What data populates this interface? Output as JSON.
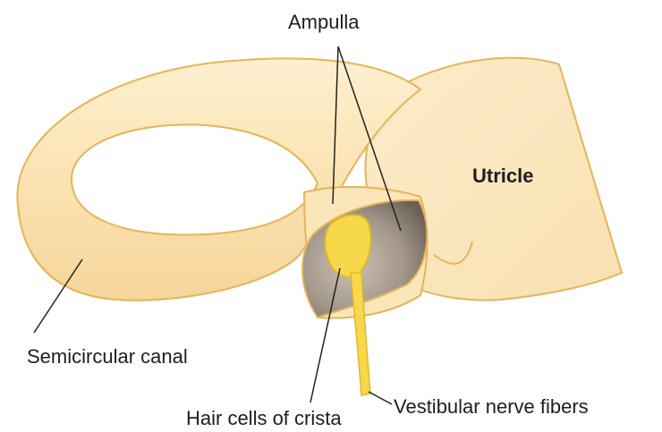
{
  "diagram": {
    "labels": {
      "ampulla": "Ampulla",
      "utricle": "Utricle",
      "semicircular_canal": "Semicircular canal",
      "hair_cells": "Hair cells of crista",
      "nerve_fibers": "Vestibular nerve fibers"
    },
    "colors": {
      "membrane_fill": "#fbe6b9",
      "membrane_outline": "#e5b45a",
      "cavity_fill": "#a79a8c",
      "crista_fill": "#f7d84a",
      "leader_line": "#222222",
      "text": "#1e1e1e"
    }
  }
}
